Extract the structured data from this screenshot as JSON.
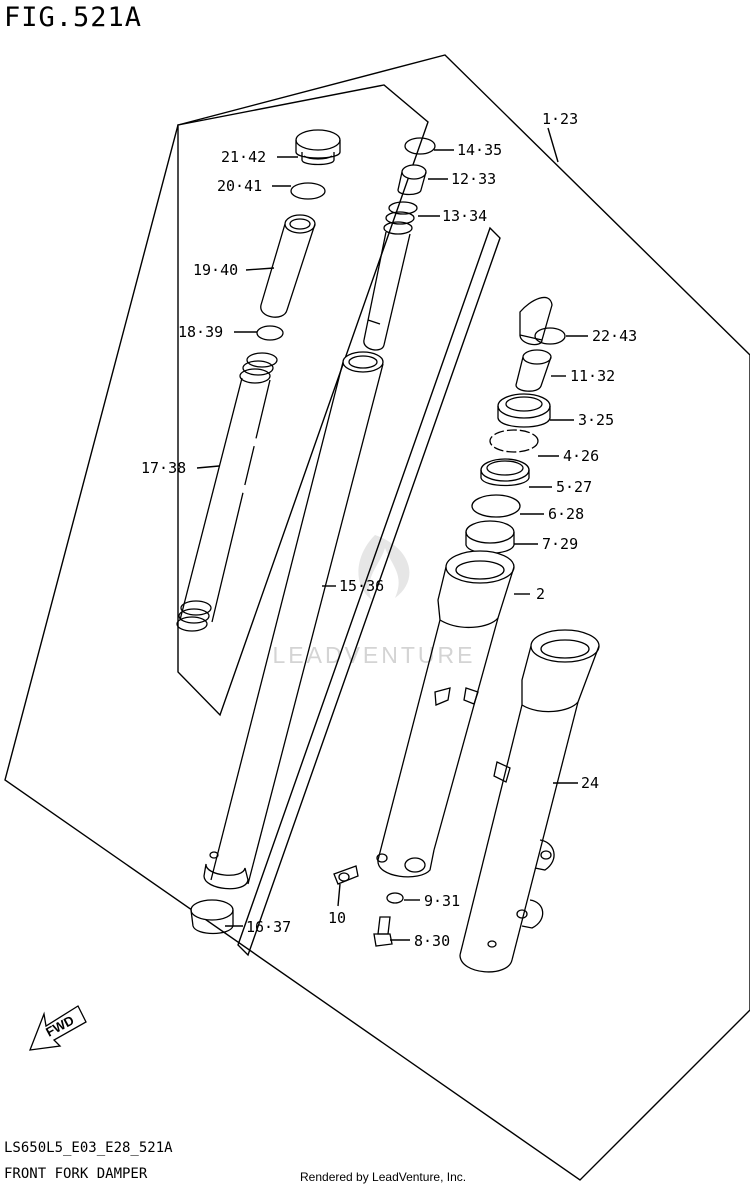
{
  "header": {
    "figure": "FIG.521A"
  },
  "footer": {
    "code": "LS650L5_E03_E28_521A",
    "name": "FRONT FORK DAMPER",
    "rendered_by": "Rendered by LeadVenture, Inc."
  },
  "watermark": {
    "text": "LEADVENTURE"
  },
  "fwd_label": "FWD",
  "callouts": {
    "c_1_23": "1·23",
    "c_2": "2",
    "c_3_25": "3·25",
    "c_4_26": "4·26",
    "c_5_27": "5·27",
    "c_6_28": "6·28",
    "c_7_29": "7·29",
    "c_8_30": "8·30",
    "c_9_31": "9·31",
    "c_10": "10",
    "c_11_32": "11·32",
    "c_12_33": "12·33",
    "c_13_34": "13·34",
    "c_14_35": "14·35",
    "c_15_36": "15·36",
    "c_16_37": "16·37",
    "c_17_38": "17·38",
    "c_18_39": "18·39",
    "c_19_40": "19·40",
    "c_20_41": "20·41",
    "c_21_42": "21·42",
    "c_22_43": "22·43",
    "c_24": "24"
  },
  "colors": {
    "ink": "#000000",
    "paper": "#ffffff",
    "watermark": "#cfcfcf"
  }
}
